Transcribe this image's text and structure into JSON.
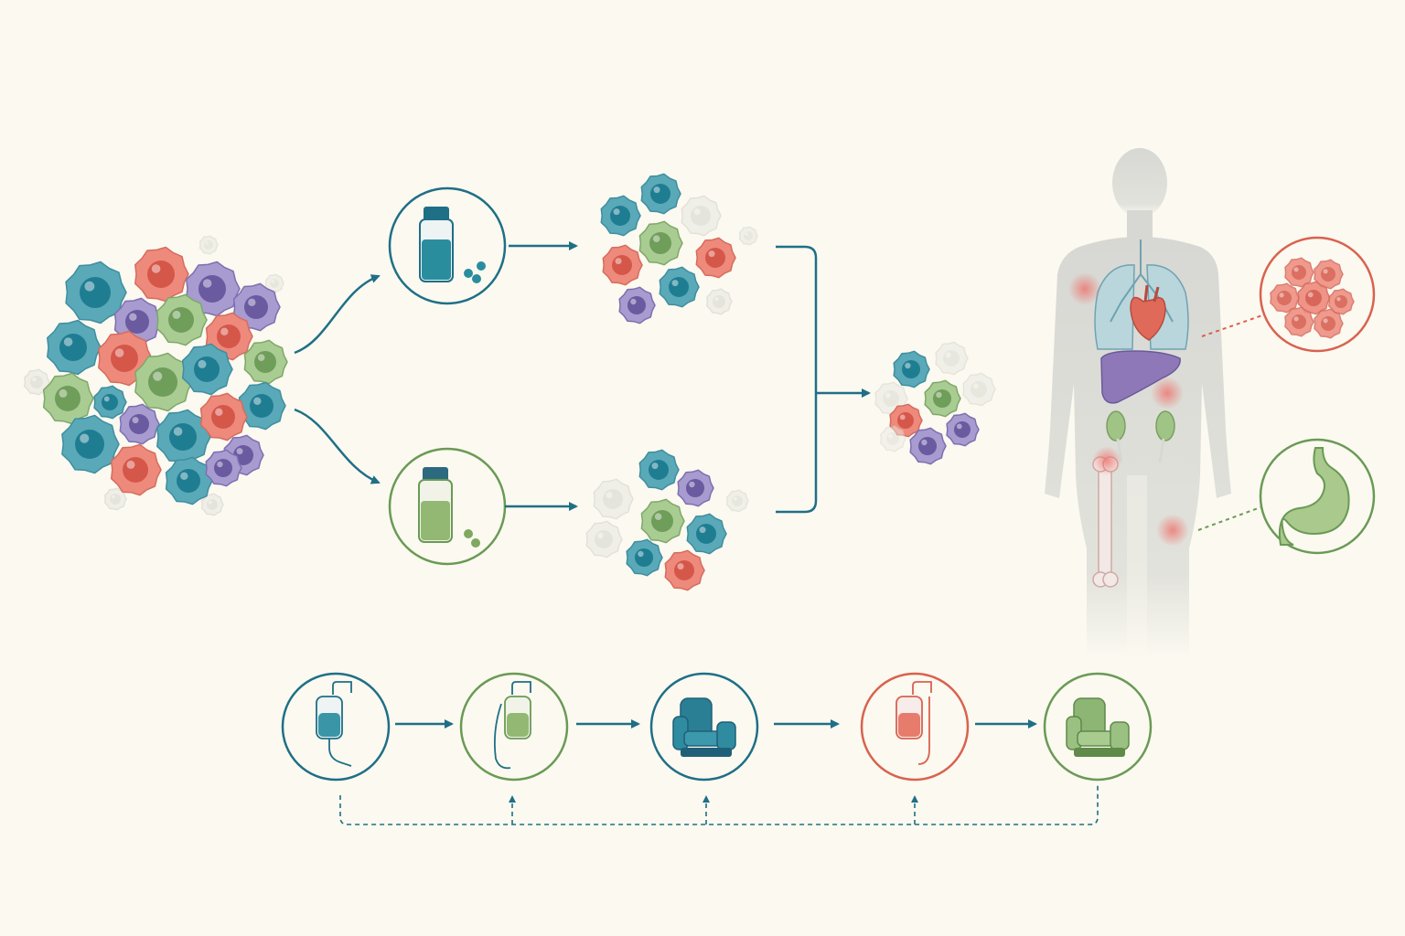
{
  "colors": {
    "background": "#fbf9f0",
    "teal": "#1f6f86",
    "green": "#6a9a55",
    "red": "#d9624f",
    "purple": "#7b6aa6",
    "ghost": "#e4e4dc",
    "body_silhouette": "#dcdcd6",
    "hotspot": "#ef8b84"
  },
  "diagram": {
    "heterogeneous_tumor": {
      "icon": "mixed-cell-cluster"
    },
    "therapy_a": {
      "icon": "teal-drug-vial",
      "color": "teal"
    },
    "therapy_b": {
      "icon": "green-drug-vial",
      "color": "green"
    },
    "result_a": {
      "icon": "partially-cleared-cell-cluster"
    },
    "result_b": {
      "icon": "partially-cleared-cell-cluster"
    },
    "combined_result": {
      "icon": "residual-cell-cluster"
    },
    "patient": {
      "icon": "human-body-silhouette",
      "organs": [
        "lungs",
        "heart",
        "liver",
        "kidneys",
        "bone"
      ],
      "callouts": [
        {
          "icon": "tumor-cluster",
          "color": "red"
        },
        {
          "icon": "stomach",
          "color": "green"
        }
      ]
    },
    "treatment_schedule": [
      {
        "icon": "iv-bag",
        "color": "teal"
      },
      {
        "icon": "iv-bag",
        "color": "green"
      },
      {
        "icon": "recliner-chair",
        "color": "teal"
      },
      {
        "icon": "iv-bag",
        "color": "red"
      },
      {
        "icon": "recliner-chair",
        "color": "green"
      }
    ]
  }
}
